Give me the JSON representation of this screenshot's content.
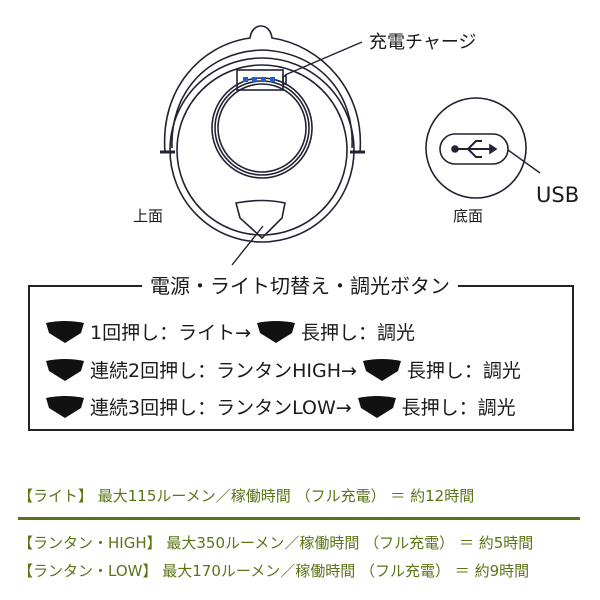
{
  "labels": {
    "charge": "充電チャージ",
    "top": "上面",
    "bottom": "底面",
    "usb": "USB"
  },
  "box_title": "電源・ライト切替え・調光ボタン",
  "rows": [
    {
      "a": "1回押し：ライト→",
      "b": "長押し：調光"
    },
    {
      "a": "連続2回押し：ランタンHIGH→",
      "b": "長押し：調光"
    },
    {
      "a": "連続3回押し：ランタンLOW→",
      "b": "長押し：調光"
    }
  ],
  "specs": [
    "【ライト】 最大115ルーメン／稼働時間 （フル充電） ＝ 約12時間",
    "【ランタン・HIGH】 最大350ルーメン／稼働時間 （フル充電） ＝ 約5時間",
    "【ランタン・LOW】 最大170ルーメン／稼働時間 （フル充電） ＝ 約9時間"
  ],
  "colors": {
    "accent": "#5b7416",
    "battery": "#1e63c8"
  }
}
